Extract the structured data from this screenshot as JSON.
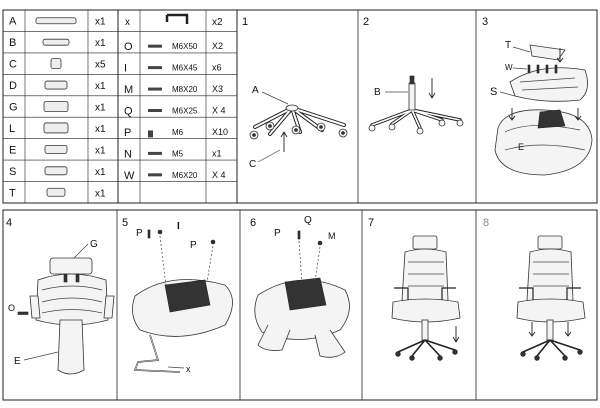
{
  "parts_table": {
    "left_rows": [
      {
        "letter": "A",
        "qty": "x1",
        "icon": "star-base-icon"
      },
      {
        "letter": "B",
        "qty": "x1",
        "icon": "gas-lift-icon"
      },
      {
        "letter": "C",
        "qty": "x5",
        "icon": "caster-wheel-icon"
      },
      {
        "letter": "D",
        "qty": "x1",
        "icon": "seat-cushion-icon"
      },
      {
        "letter": "G",
        "qty": "x1",
        "icon": "headrest-icon"
      },
      {
        "letter": "L",
        "qty": "x1",
        "icon": "seat-mechanism-icon"
      },
      {
        "letter": "E",
        "qty": "x1",
        "icon": "backrest-icon"
      },
      {
        "letter": "S",
        "qty": "x1",
        "icon": "armrest-icon"
      },
      {
        "letter": "T",
        "qty": "x1",
        "icon": "cover-plate-icon"
      }
    ],
    "right_header": {
      "x": "x",
      "qty": "x2",
      "icon": "allen-wrench-icon"
    },
    "right_rows": [
      {
        "letter": "O",
        "size": "M6X50",
        "qty": "X2",
        "icon": "long-bolt-icon"
      },
      {
        "letter": "I",
        "size": "M6X45",
        "qty": "x6",
        "icon": "bolt-icon"
      },
      {
        "letter": "M",
        "size": "M8X20",
        "qty": "X3",
        "icon": "bolt-icon"
      },
      {
        "letter": "Q",
        "size": "M6X25",
        "qty": "X 4",
        "icon": "bolt-icon"
      },
      {
        "letter": "P",
        "size": "M6",
        "qty": "X10",
        "icon": "washer-icon"
      },
      {
        "letter": "N",
        "size": "M5",
        "qty": "x1",
        "icon": "allen-key-icon"
      },
      {
        "letter": "W",
        "size": "M6X20",
        "qty": "X 4",
        "icon": "screw-icon"
      }
    ]
  },
  "steps": [
    {
      "number": "1",
      "labels": [
        "A",
        "C"
      ]
    },
    {
      "number": "2",
      "labels": [
        "B"
      ]
    },
    {
      "number": "3",
      "labels": [
        "T",
        "W",
        "S",
        "E"
      ]
    },
    {
      "number": "4",
      "labels": [
        "G",
        "O",
        "E"
      ]
    },
    {
      "number": "5",
      "labels": [
        "P",
        "I",
        "P",
        "x"
      ]
    },
    {
      "number": "6",
      "labels": [
        "P",
        "Q",
        "M"
      ]
    },
    {
      "number": "7",
      "labels": []
    },
    {
      "number": "8",
      "labels": []
    }
  ],
  "colors": {
    "line": "#222222",
    "step8": "#888888"
  }
}
